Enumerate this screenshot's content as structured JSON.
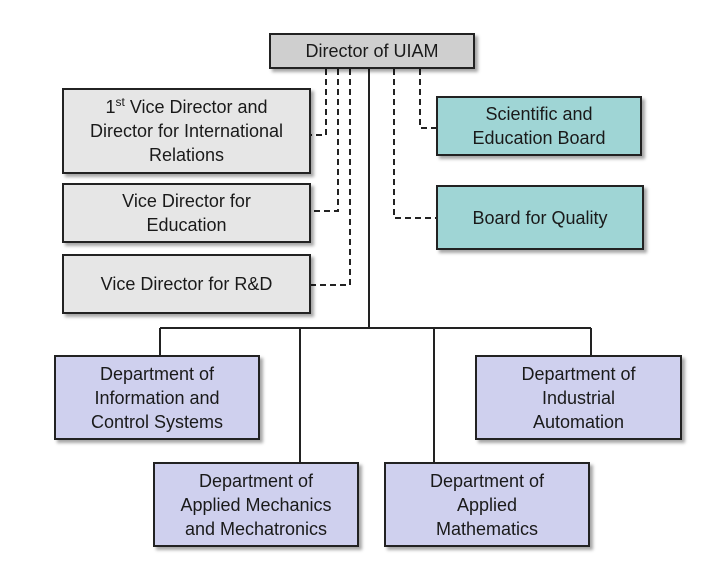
{
  "colors": {
    "director_fill": "#cfcfcf",
    "vice_fill": "#e6e6e6",
    "board_fill": "#9fd5d5",
    "department_fill": "#cfd0ee",
    "line": "#222222"
  },
  "director": {
    "label": "Director of UIAM"
  },
  "vice_directors": [
    {
      "line1_main": "1",
      "line1_sup": "st",
      "line1_rest": " Vice Director and",
      "line2": "Director for International",
      "line3": "Relations"
    },
    {
      "line1": "Vice Director for",
      "line2": "Education"
    },
    {
      "line1": "Vice Director for R&D"
    }
  ],
  "boards": [
    {
      "line1": "Scientific and",
      "line2": "Education Board"
    },
    {
      "line1": "Board for Quality"
    }
  ],
  "departments": [
    {
      "line1": "Department of",
      "line2": "Information and",
      "line3": "Control Systems"
    },
    {
      "line1": "Department of",
      "line2": "Industrial",
      "line3": "Automation"
    },
    {
      "line1": "Department of",
      "line2": "Applied Mechanics",
      "line3": "and Mechatronics"
    },
    {
      "line1": "Department of",
      "line2": "Applied",
      "line3": "Mathematics"
    }
  ]
}
